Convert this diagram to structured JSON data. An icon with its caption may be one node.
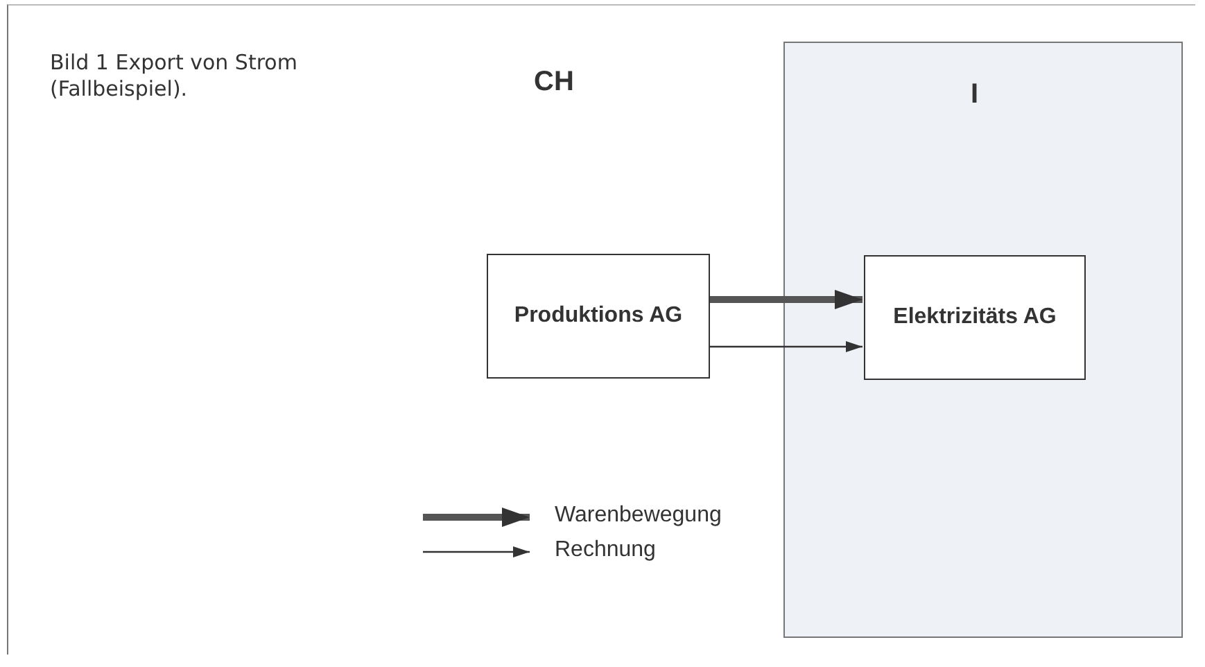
{
  "diagram": {
    "title": "Bild 1 Export von Strom (Fallbeispiel).",
    "nodes": [
      {
        "text": [
          "I"
        ]
      },
      {
        "text": [
          "Produktions AG"
        ]
      },
      {
        "text": [
          "Elektrizitäts AG"
        ],
        "in": 0
      }
    ],
    "edges": [
      {
        "from": 1,
        "to": 2,
        "arrow": "to",
        "style": "thick"
      },
      {
        "from": 1,
        "to": 2,
        "arrow": "to"
      }
    ],
    "labels": [
      "CH"
    ],
    "legend": [
      {
        "text": "Warenbewegung"
      },
      {
        "text": "Rechnung"
      }
    ]
  }
}
